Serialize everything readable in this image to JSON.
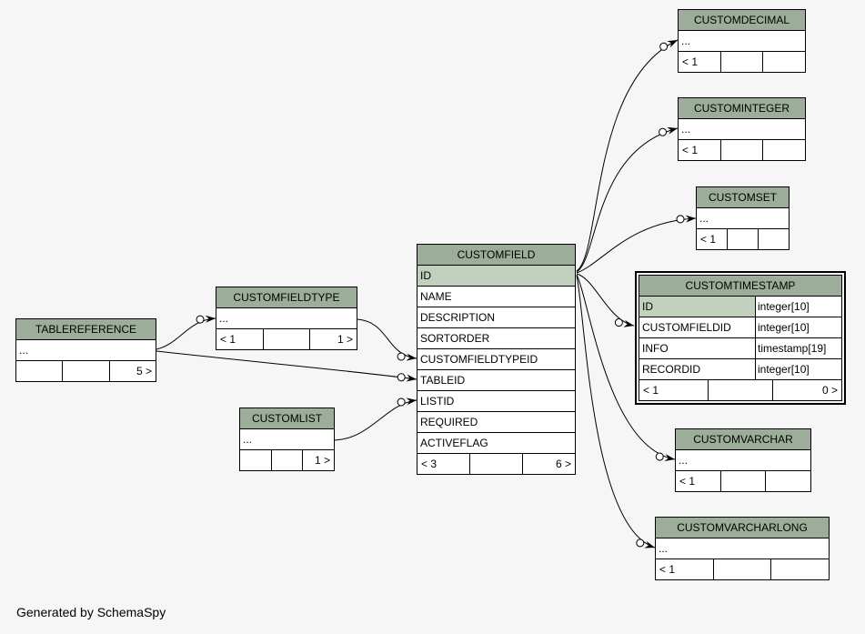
{
  "credit": "Generated by SchemaSpy",
  "colors": {
    "background": "#f6f6f6",
    "header_bg": "#9cad99",
    "primary_key_bg": "#c2d1be",
    "row_bg": "#ffffff",
    "border": "#000000",
    "line": "#000000"
  },
  "tables": [
    {
      "name": "TABLEREFERENCE",
      "rows": [
        {
          "name": "..."
        }
      ],
      "footer": [
        "",
        "",
        "5 >"
      ]
    },
    {
      "name": "CUSTOMFIELDTYPE",
      "rows": [
        {
          "name": "..."
        }
      ],
      "footer": [
        "< 1",
        "",
        "1 >"
      ]
    },
    {
      "name": "CUSTOMLIST",
      "rows": [
        {
          "name": "..."
        }
      ],
      "footer": [
        "",
        "",
        "1 >"
      ]
    },
    {
      "name": "CUSTOMFIELD",
      "rows": [
        {
          "name": "ID",
          "pk": true
        },
        {
          "name": "NAME"
        },
        {
          "name": "DESCRIPTION"
        },
        {
          "name": "SORTORDER"
        },
        {
          "name": "CUSTOMFIELDTYPEID"
        },
        {
          "name": "TABLEID"
        },
        {
          "name": "LISTID"
        },
        {
          "name": "REQUIRED"
        },
        {
          "name": "ACTIVEFLAG"
        }
      ],
      "footer": [
        "< 3",
        "",
        "6 >"
      ]
    },
    {
      "name": "CUSTOMDECIMAL",
      "rows": [
        {
          "name": "..."
        }
      ],
      "footer": [
        "< 1",
        "",
        ""
      ]
    },
    {
      "name": "CUSTOMINTEGER",
      "rows": [
        {
          "name": "..."
        }
      ],
      "footer": [
        "< 1",
        "",
        ""
      ]
    },
    {
      "name": "CUSTOMSET",
      "rows": [
        {
          "name": "..."
        }
      ],
      "footer": [
        "< 1",
        "",
        ""
      ]
    },
    {
      "name": "CUSTOMTIMESTAMP",
      "focus": true,
      "rows": [
        {
          "name": "ID",
          "type": "integer[10]",
          "pk": true
        },
        {
          "name": "CUSTOMFIELDID",
          "type": "integer[10]"
        },
        {
          "name": "INFO",
          "type": "timestamp[19]"
        },
        {
          "name": "RECORDID",
          "type": "integer[10]"
        }
      ],
      "footer": [
        "< 1",
        "",
        "0 >"
      ]
    },
    {
      "name": "CUSTOMVARCHAR",
      "rows": [
        {
          "name": "..."
        }
      ],
      "footer": [
        "< 1",
        "",
        ""
      ]
    },
    {
      "name": "CUSTOMVARCHARLONG",
      "rows": [
        {
          "name": "..."
        }
      ],
      "footer": [
        "< 1",
        "",
        ""
      ]
    }
  ],
  "relationships": [
    {
      "from": "CUSTOMFIELD.ID",
      "to": "CUSTOMDECIMAL"
    },
    {
      "from": "CUSTOMFIELD.ID",
      "to": "CUSTOMINTEGER"
    },
    {
      "from": "CUSTOMFIELD.ID",
      "to": "CUSTOMSET"
    },
    {
      "from": "CUSTOMFIELD.ID",
      "to": "CUSTOMTIMESTAMP.CUSTOMFIELDID"
    },
    {
      "from": "CUSTOMFIELD.ID",
      "to": "CUSTOMVARCHAR"
    },
    {
      "from": "CUSTOMFIELD.ID",
      "to": "CUSTOMVARCHARLONG"
    },
    {
      "from": "CUSTOMFIELDTYPE",
      "to": "CUSTOMFIELD.CUSTOMFIELDTYPEID"
    },
    {
      "from": "TABLEREFERENCE",
      "to": "CUSTOMFIELDTYPE"
    },
    {
      "from": "TABLEREFERENCE",
      "to": "CUSTOMFIELD.TABLEID"
    },
    {
      "from": "CUSTOMLIST",
      "to": "CUSTOMFIELD.LISTID"
    }
  ]
}
